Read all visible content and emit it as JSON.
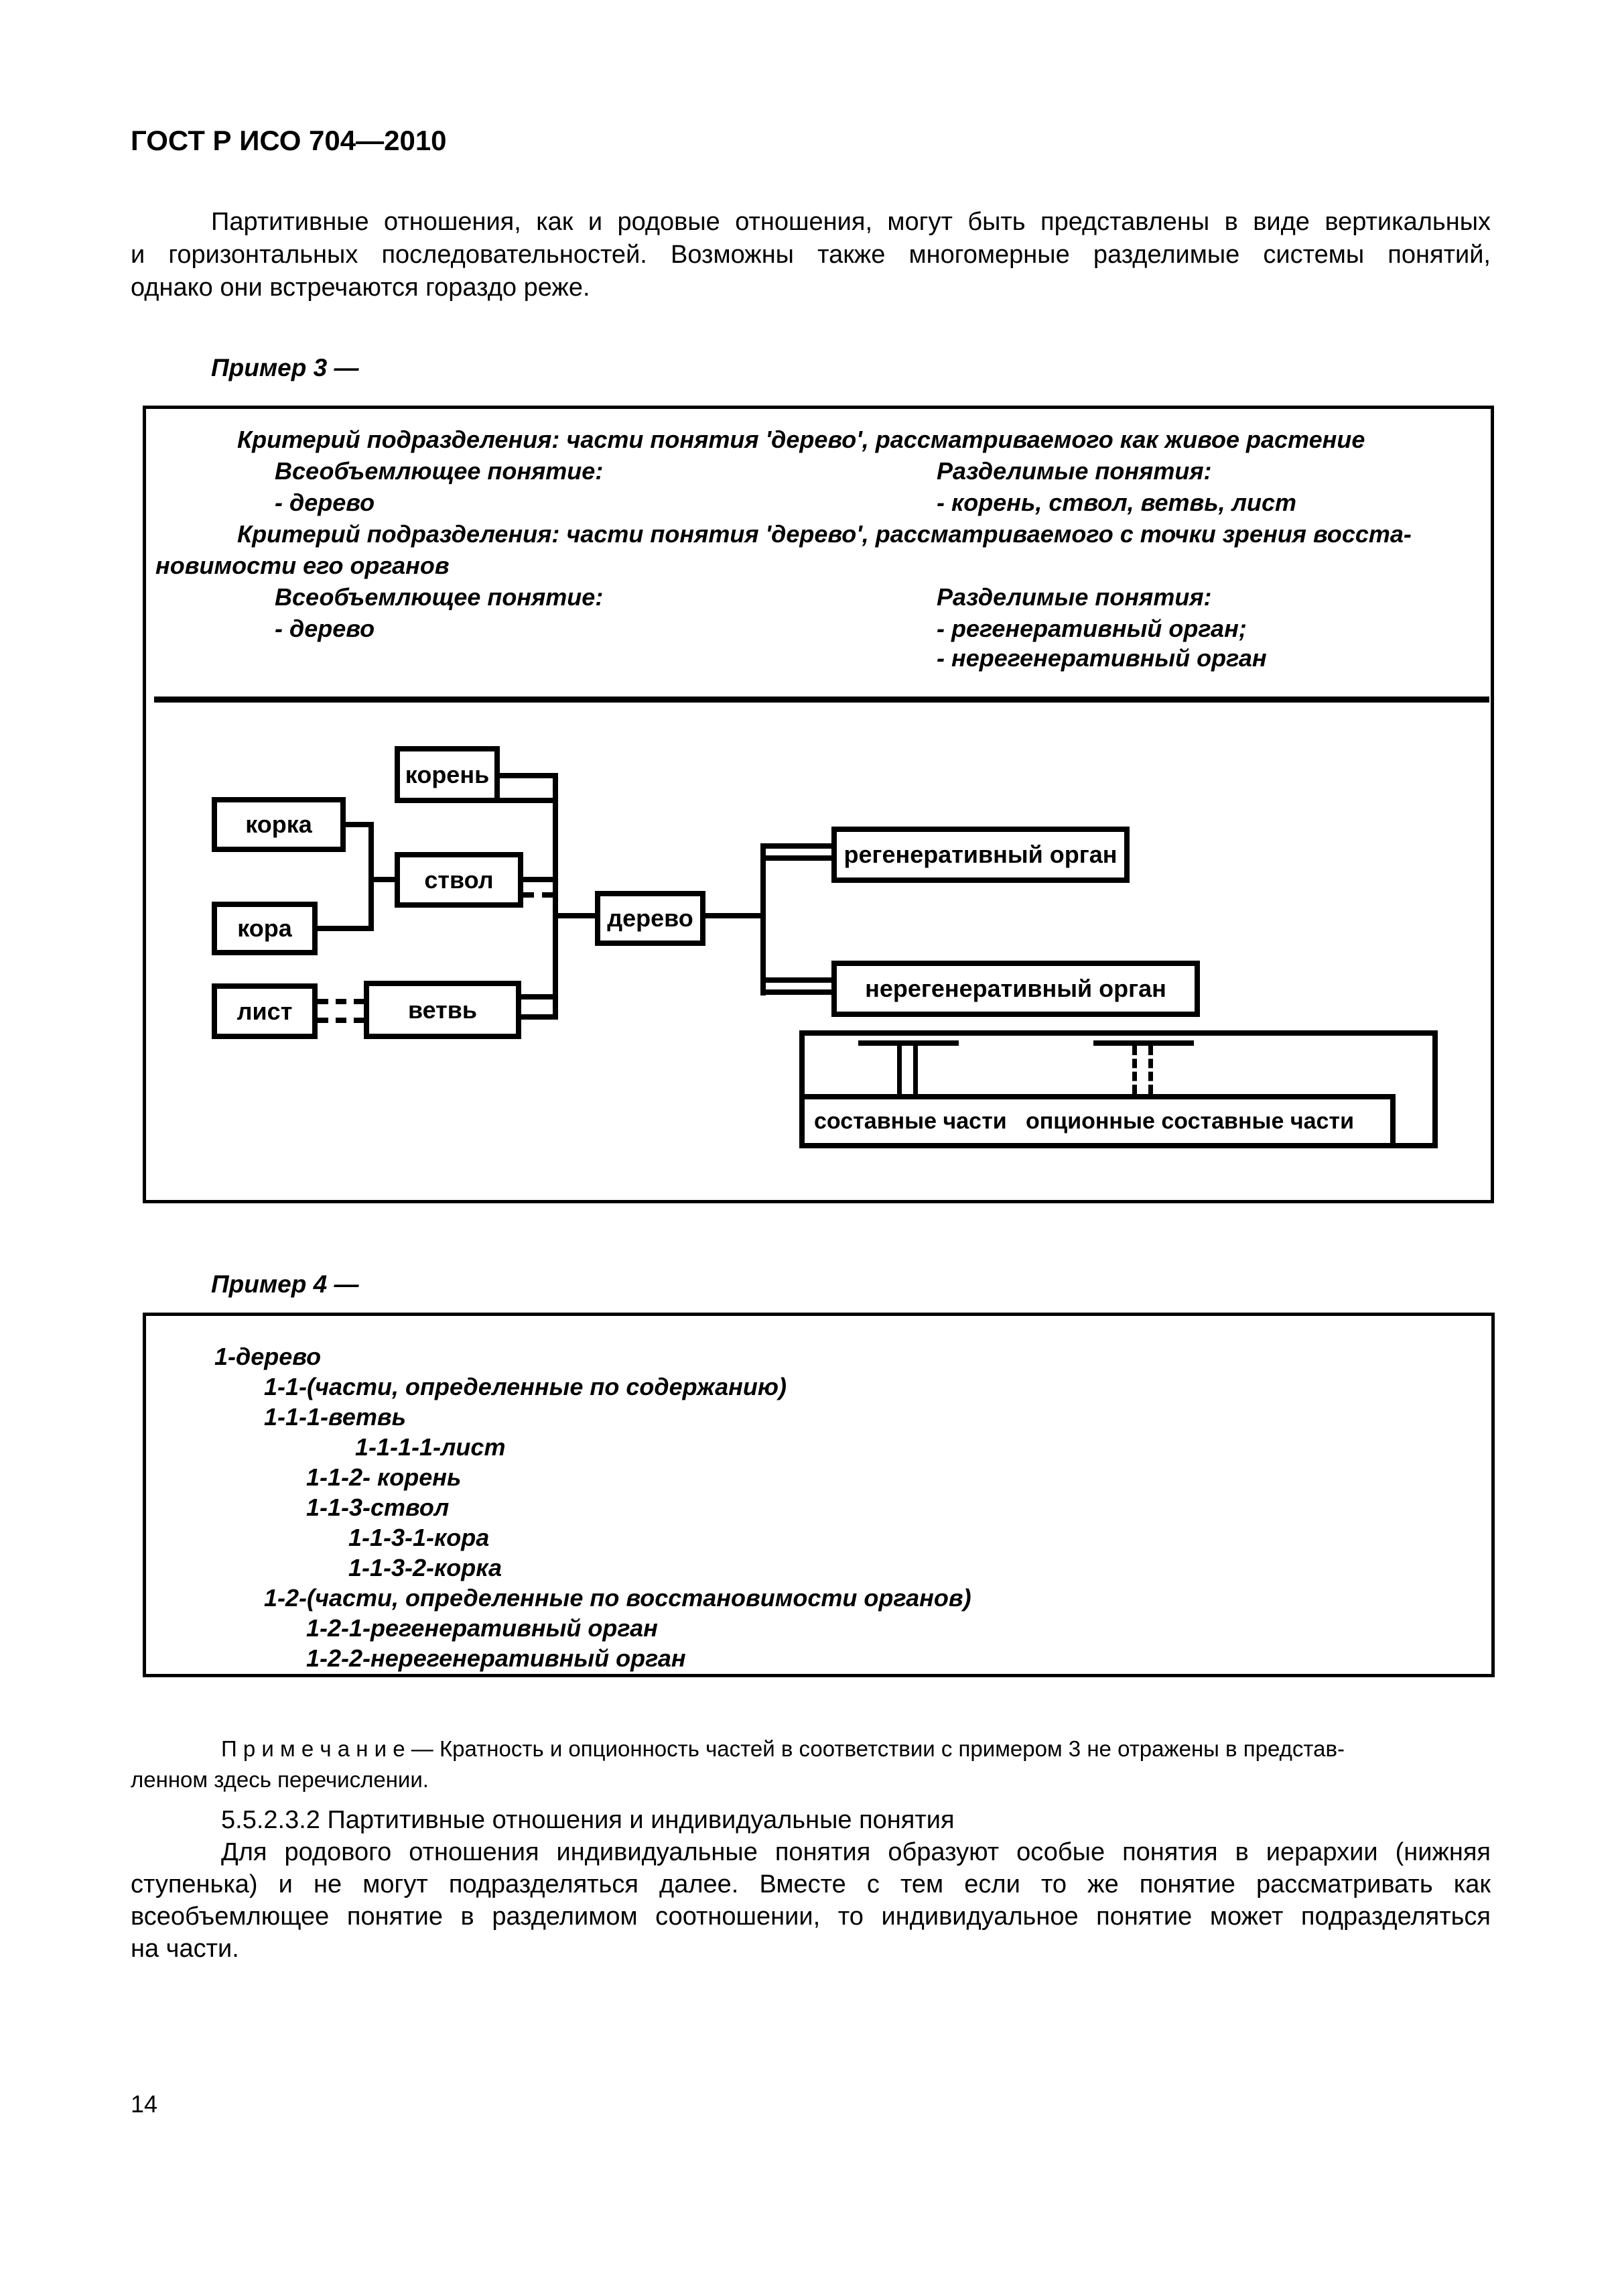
{
  "colors": {
    "ink": "#000000",
    "paper": "#ffffff"
  },
  "header": {
    "title": "ГОСТ Р ИСО 704—2010"
  },
  "intro": {
    "lines": [
      "Партитивные отношения, как и родовые отношения,  могут  быть  представлены в виде вертикальных",
      "и горизонтальных последовательностей.  Возможны  также  многомерные разделимые системы понятий,",
      "однако они встречаются гораздо реже."
    ]
  },
  "example3": {
    "heading": "Пример 3 —",
    "rows": [
      {
        "text": "Критерий подразделения: части понятия 'дерево', рассматриваемого как  живое растение"
      },
      {
        "left": "Всеобъемлющее понятие:",
        "right": "Разделимые понятия:"
      },
      {
        "left": "- дерево",
        "right": "- корень, ствол, ветвь, лист"
      },
      {
        "text": "Критерий подразделения: части понятия 'дерево', рассматриваемого с точки зрения восста-"
      },
      {
        "text": "новимости его органов"
      },
      {
        "left": "Всеобъемлющее понятие:",
        "right": "Разделимые понятия:"
      },
      {
        "left": "- дерево",
        "right": "- регенеративный орган;"
      },
      {
        "left": "",
        "right": "- нерегенеративный орган"
      }
    ],
    "diagram": {
      "nodes": {
        "koren": "корень",
        "korka": "корка",
        "stvol": "ствол",
        "kora": "кора",
        "list": "лист",
        "vetv": "ветвь",
        "derevo": "дерево",
        "reg": "регенеративный орган",
        "nereg": "нерегенеративный орган"
      },
      "legend": {
        "label_solid": "составные части",
        "label_optional": "опционные составные части"
      }
    }
  },
  "example4": {
    "heading": "Пример 4 —",
    "lines": [
      {
        "text": "1-дерево"
      },
      {
        "text": "1-1-(части, определенные по содержанию)"
      },
      {
        "text": "1-1-1-ветвь"
      },
      {
        "text": "1-1-1-1-лист"
      },
      {
        "text": "1-1-2- корень"
      },
      {
        "text": "1-1-3-ствол"
      },
      {
        "text": "1-1-3-1-кора"
      },
      {
        "text": "1-1-3-2-корка"
      },
      {
        "text": "1-2-(части, определенные по восстановимости органов)"
      },
      {
        "text": "1-2-1-регенеративный орган"
      },
      {
        "text": "1-2-2-нерегенеративный орган"
      }
    ]
  },
  "note": {
    "lines": [
      "П р и м е ч а н и е —  Кратность и опционность частей в соответствии с примером 3 не отражены в представ-",
      "ленном  здесь  перечислении."
    ]
  },
  "section": {
    "heading": "5.5.2.3.2 Партитивные отношения и индивидуальные понятия",
    "lines": [
      "Для родового отношения индивидуальные понятия образуют особые понятия в иерархии (нижняя",
      "ступенька) и не могут подразделяться  далее.  Вместе с тем  если  то же понятие рассматривать как",
      "всеобъемлющее понятие в разделимом соотношении, то индивидуальное понятие может подразделяться",
      "на части."
    ]
  },
  "footer": {
    "page_number": "14"
  }
}
